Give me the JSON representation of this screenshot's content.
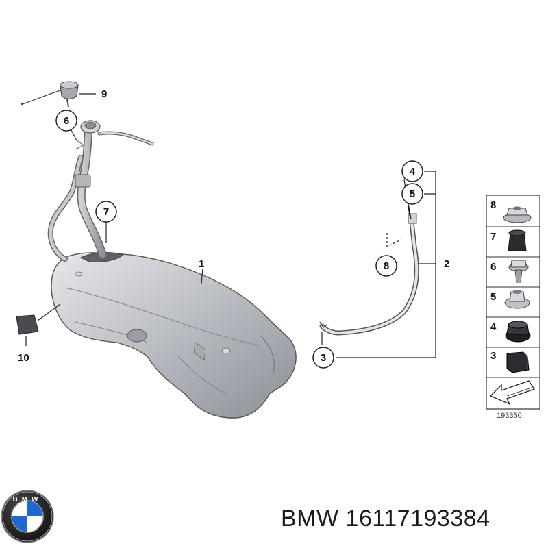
{
  "callouts": {
    "c1": "1",
    "c2": "2",
    "c3": "3",
    "c4": "4",
    "c5": "5",
    "c6": "6",
    "c7": "7",
    "c8": "8",
    "c9": "9",
    "c10": "10"
  },
  "legend": {
    "items": [
      {
        "num": "8",
        "icon": "flange-nut-icon"
      },
      {
        "num": "7",
        "icon": "rubber-plug-icon"
      },
      {
        "num": "6",
        "icon": "hex-bolt-icon"
      },
      {
        "num": "5",
        "icon": "collar-nut-icon"
      },
      {
        "num": "4",
        "icon": "rubber-grommet-icon"
      },
      {
        "num": "3",
        "icon": "clip-icon"
      }
    ],
    "arrow_icon": "installation-arrow-icon",
    "diagram_number": "193350"
  },
  "brand": {
    "logo_letters": "BMW",
    "name": "BMW",
    "part_number": "16117193384"
  }
}
